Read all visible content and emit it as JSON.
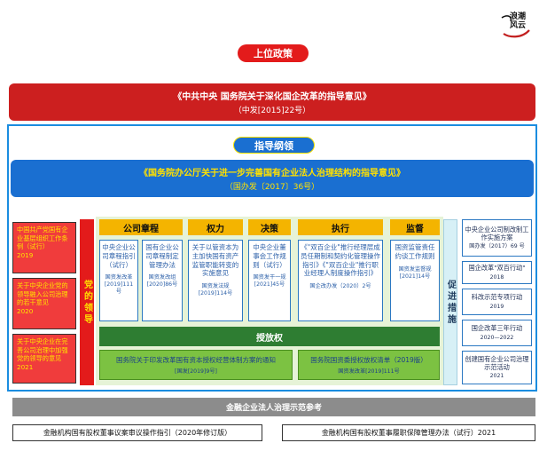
{
  "logo": {
    "text_line1": "浪潮",
    "text_line2": "风云"
  },
  "top_policy": {
    "pill": "上位政策",
    "title": "《中共中央 国务院关于深化国企改革的指导意见》",
    "code": "（中发[2015]22号）"
  },
  "guide": {
    "pill": "指导纲领",
    "title": "《国务院办公厅关于进一步完善国有企业法人治理结构的指导意见》",
    "code": "（国办发〔2017〕36号）"
  },
  "left_docs": [
    {
      "text": "中国共产党国有企业基层组织工作条例（试行）",
      "year": "2019"
    },
    {
      "text": "关于中央企业党的领导融入公司治理的若干意见",
      "year": "2020"
    },
    {
      "text": "关于中央企业在完善公司治理中加强党的领导的意见",
      "year": "2021"
    }
  ],
  "party": {
    "label": "党的领导"
  },
  "columns": [
    {
      "head": "公司章程",
      "docs": [
        {
          "title": "中央企业公司章程指引（试行）",
          "sub": "国资发改革[2019]111号"
        },
        {
          "title": "国有企业公司章程制定管理办法",
          "sub": "国资发改组[2020]86号"
        }
      ]
    },
    {
      "head": "权力",
      "docs": [
        {
          "title": "关于以管资本为主加快国有资产监管职能转变的实施意见",
          "sub": "国资发法规[2019]114号"
        }
      ]
    },
    {
      "head": "决策",
      "docs": [
        {
          "title": "中央企业董事会工作规则（试行）",
          "sub": "国资发干一规[2021]45号"
        }
      ]
    },
    {
      "head": "执行",
      "docs": [
        {
          "title": "《\"双百企业\"推行经理层成员任期制和契约化管理操作指引》《\"双百企业\"推行职业经理人制度操作指引》",
          "sub": "国企改办发（2020）2号"
        }
      ]
    },
    {
      "head": "监督",
      "docs": [
        {
          "title": "国资监管责任约谈工作规则",
          "sub": "国资发监督规[2021]14号"
        }
      ]
    }
  ],
  "grant": {
    "label": "授放权"
  },
  "grant_docs": [
    {
      "title": "国务院关于印发改革国有资本授权经营体制方案的通知",
      "sub": "[国发[2019]9号]"
    },
    {
      "title": "国务院国资委授权放权清单（2019版）",
      "sub": "国资发改革[2019]111号"
    }
  ],
  "promote": {
    "label": "促进措施"
  },
  "right_docs": [
    {
      "title": "中央企业公司制改制工作实施方案",
      "sub": "国办发（2017）69 号"
    },
    {
      "title": "国企改革\"双百行动\"",
      "sub": "2018"
    },
    {
      "title": "科改示范专项行动",
      "sub": "2019"
    },
    {
      "title": "国企改革三年行动",
      "sub": "2020—2022"
    },
    {
      "title": "创建国有企业公司治理示范活动",
      "sub": "2021"
    }
  ],
  "financial": {
    "label": "金融企业法人治理示范参考"
  },
  "footer": [
    {
      "text": "金融机构国有股权董事议案审议操作指引（2020年修订版）"
    },
    {
      "text": "金融机构国有股权董事履职保障管理办法（试行）2021"
    }
  ],
  "colors": {
    "red": "#cc1f1f",
    "blue": "#1a6fd1",
    "yellow_text": "#ffe100",
    "orange_header": "#f4b400",
    "green_dark": "#2e7d32",
    "green_light": "#7cc242",
    "gray": "#8c8c8c"
  }
}
